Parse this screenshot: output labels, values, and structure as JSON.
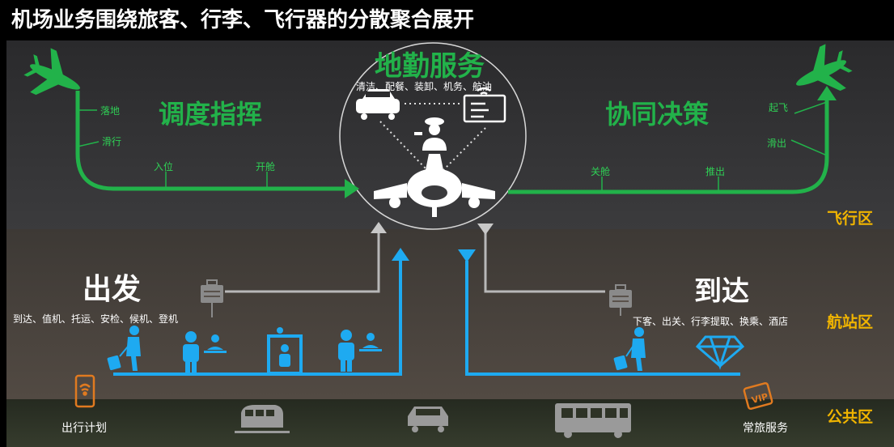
{
  "title": "机场业务围绕旅客、行李、飞行器的分散聚合展开",
  "zones": {
    "flight": "飞行区",
    "terminal": "航站区",
    "public": "公共区"
  },
  "flight": {
    "dispatch": "调度指挥",
    "ground_service": "地勤服务",
    "ground_items": "清洁、配餐、装卸、机务、航油",
    "cdm": "协同决策",
    "arrival_steps": [
      "落地",
      "滑行",
      "入位",
      "开舱"
    ],
    "departure_steps": [
      "关舱",
      "推出",
      "滑出",
      "起飞"
    ]
  },
  "terminal": {
    "depart": "出发",
    "depart_steps": "到达、值机、托运、安检、候机、登机",
    "arrive": "到达",
    "arrive_steps": "下客、出关、行李提取、换乘、酒店"
  },
  "public": {
    "trip_plan": "出行计划",
    "frequent_flyer": "常旅服务"
  },
  "colors": {
    "green": "#22b24a",
    "blue": "#1eaaf1",
    "yellow": "#f0b400"
  }
}
